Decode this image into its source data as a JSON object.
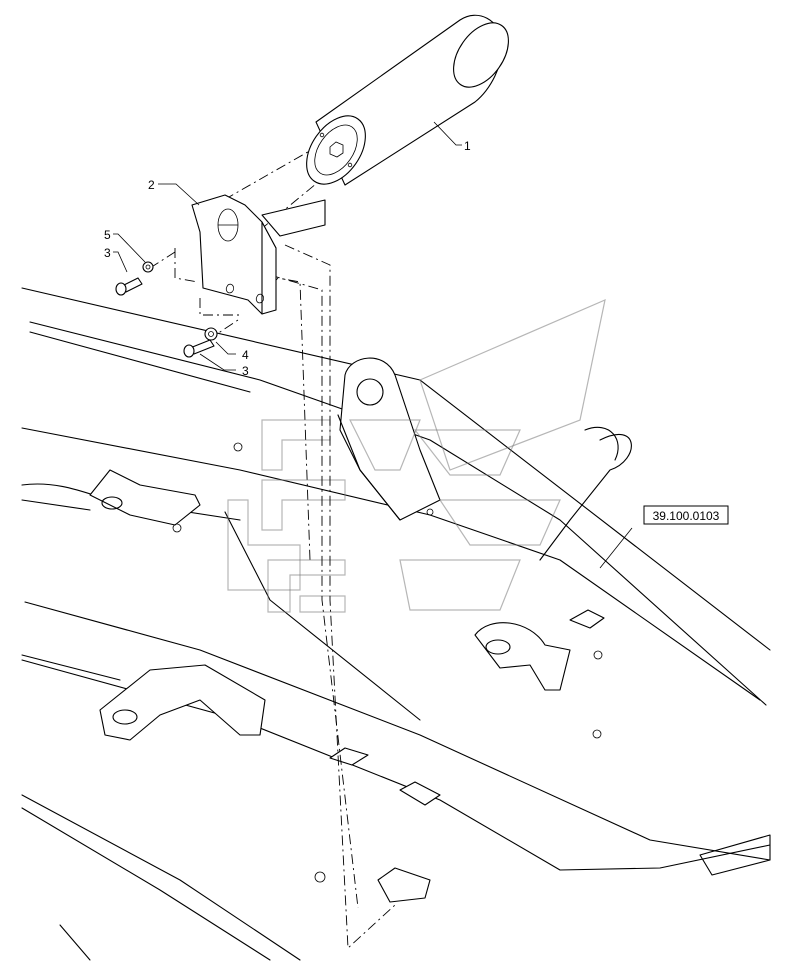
{
  "callouts": {
    "c1": "1",
    "c2": "2",
    "c3a": "3",
    "c3b": "3",
    "c4": "4",
    "c5": "5"
  },
  "reference": {
    "label": "39.100.0103"
  },
  "icons": {
    "watermark": "brand-logo-watermark"
  }
}
